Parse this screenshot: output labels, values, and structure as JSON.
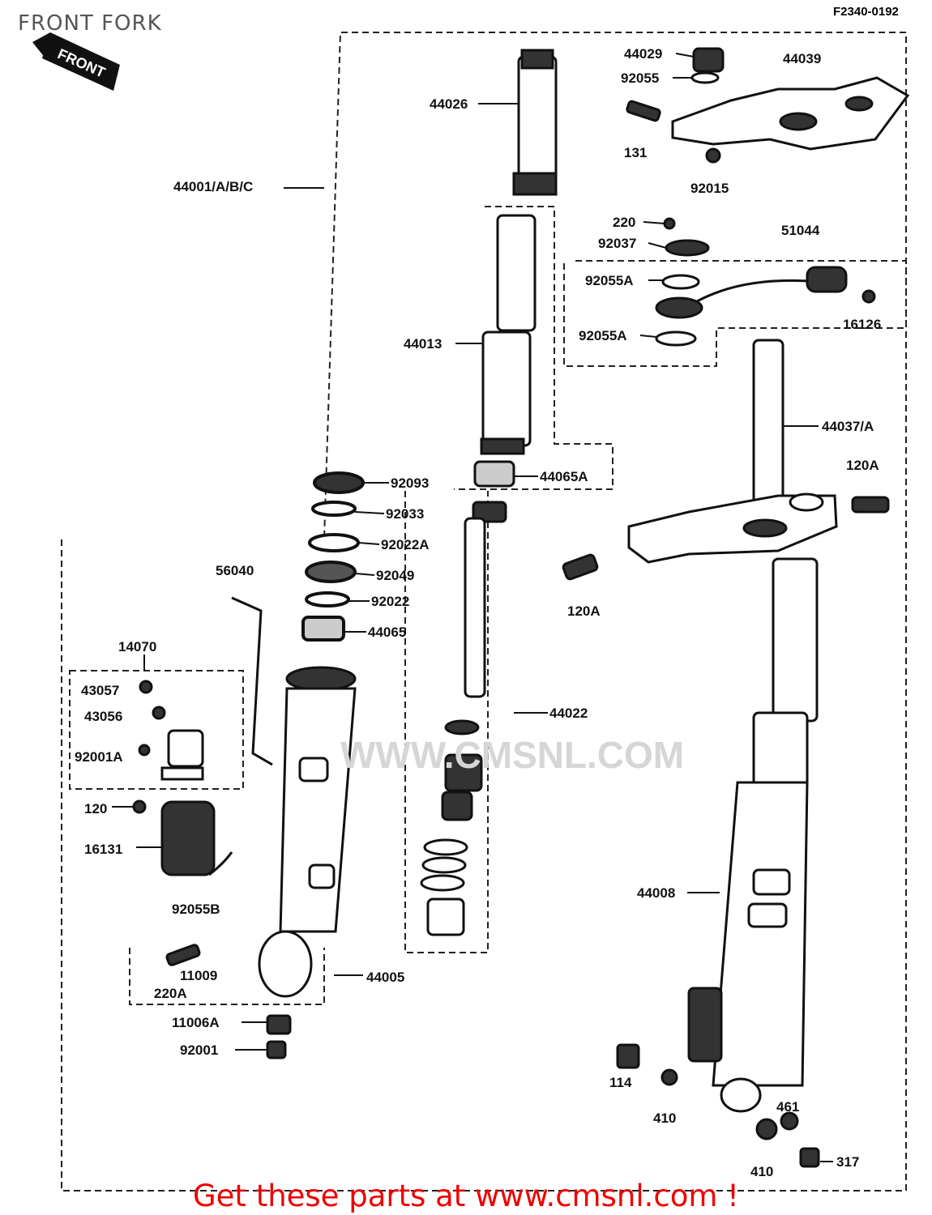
{
  "title": "FRONT FORK",
  "diagram_code": "F2340-0192",
  "front_badge": "FRONT",
  "watermark": "WWW.CMSNL.COM",
  "footer_text": "Get these parts at www.cmsnl.com !",
  "part_labels": [
    "44029",
    "44039",
    "92055",
    "44026",
    "131",
    "92015",
    "44001/A/B/C",
    "220",
    "92037",
    "51044",
    "92055A",
    "16126",
    "92055A",
    "44013",
    "44037/A",
    "44065A",
    "92093",
    "120A",
    "92033",
    "92022A",
    "56040",
    "92049",
    "120A",
    "92022",
    "44065",
    "14070",
    "43057",
    "43056",
    "44022",
    "92001A",
    "120",
    "16131",
    "92055B",
    "44008",
    "11009",
    "220A",
    "44005",
    "11006A",
    "92001",
    "114",
    "410",
    "461",
    "410",
    "317"
  ]
}
